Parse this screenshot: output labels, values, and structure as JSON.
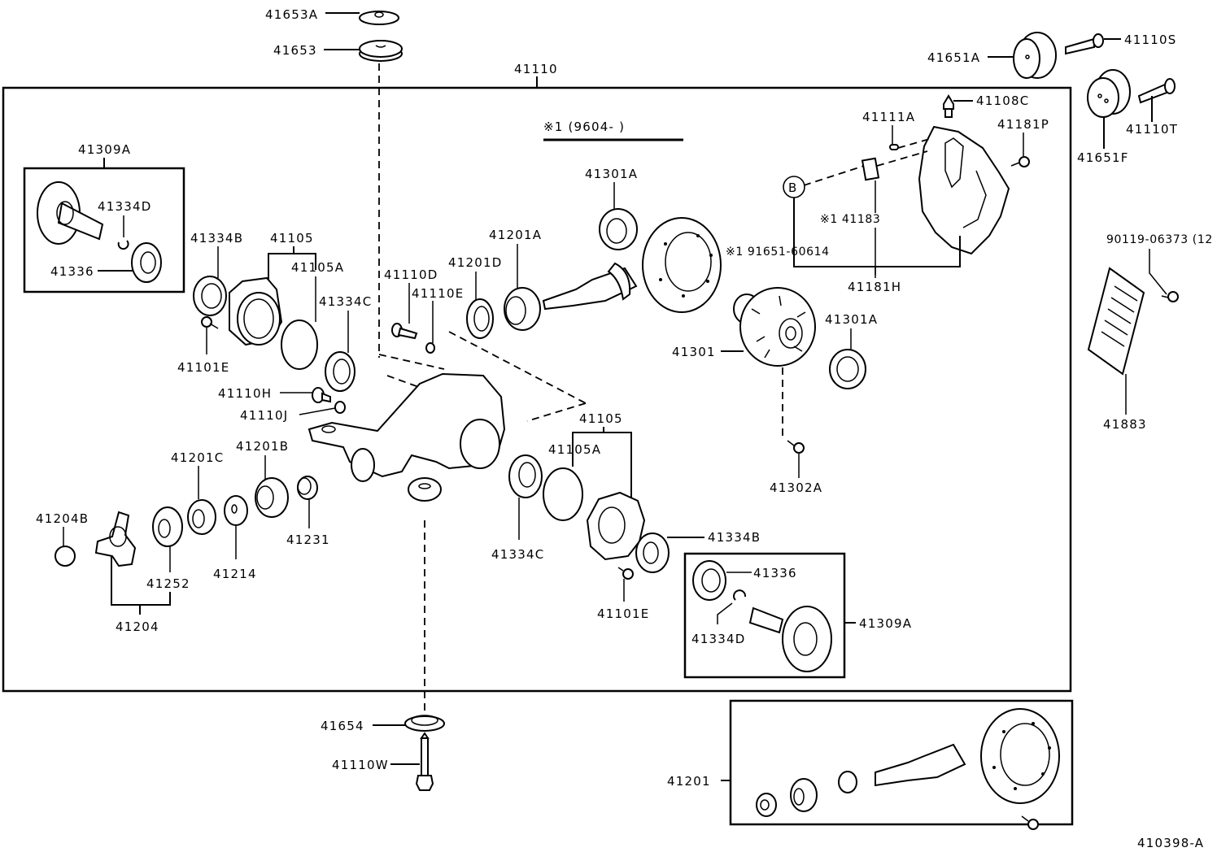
{
  "diagram": {
    "title_code": "41110",
    "figure_id": "410398-A",
    "note": {
      "marker": "※1",
      "text": "※1 (9604-     )"
    },
    "callout_circle": "B",
    "labels": {
      "p41653A": "41653A",
      "p41653": "41653",
      "p41110": "41110",
      "p41651A": "41651A",
      "p41110S": "41110S",
      "p41108C": "41108C",
      "p41651F": "41651F",
      "p41110T": "41110T",
      "p41111A": "41111A",
      "p41181P": "41181P",
      "p41309A_left": "41309A",
      "p41334D_left": "41334D",
      "p41336_left": "41336",
      "p41301A_top": "41301A",
      "p41183": "※1 41183",
      "p91651": "※1 91651-60614",
      "p41181H": "41181H",
      "p90119": "90119-06373 (12",
      "p41334B_left": "41334B",
      "p41105_top": "41105",
      "p41105A_top": "41105A",
      "p41201A": "41201A",
      "p41201D": "41201D",
      "p41110D": "41110D",
      "p41110E": "41110E",
      "p41334C_top": "41334C",
      "p41101E_left": "41101E",
      "p41301": "41301",
      "p41301A_mid": "41301A",
      "p41110H": "41110H",
      "p41110J": "41110J",
      "p41883": "41883",
      "p41105_bottom": "41105",
      "p41105A_bottom": "41105A",
      "p41201C": "41201C",
      "p41201B": "41201B",
      "p41302A": "41302A",
      "p41204B": "41204B",
      "p41231": "41231",
      "p41334C_bottom": "41334C",
      "p41334B_right": "41334B",
      "p41252": "41252",
      "p41214": "41214",
      "p41336_right": "41336",
      "p41101E_right": "41101E",
      "p41309A_right": "41309A",
      "p41334D_right": "41334D",
      "p41204": "41204",
      "p41654": "41654",
      "p41110W": "41110W",
      "p41201": "41201"
    }
  }
}
